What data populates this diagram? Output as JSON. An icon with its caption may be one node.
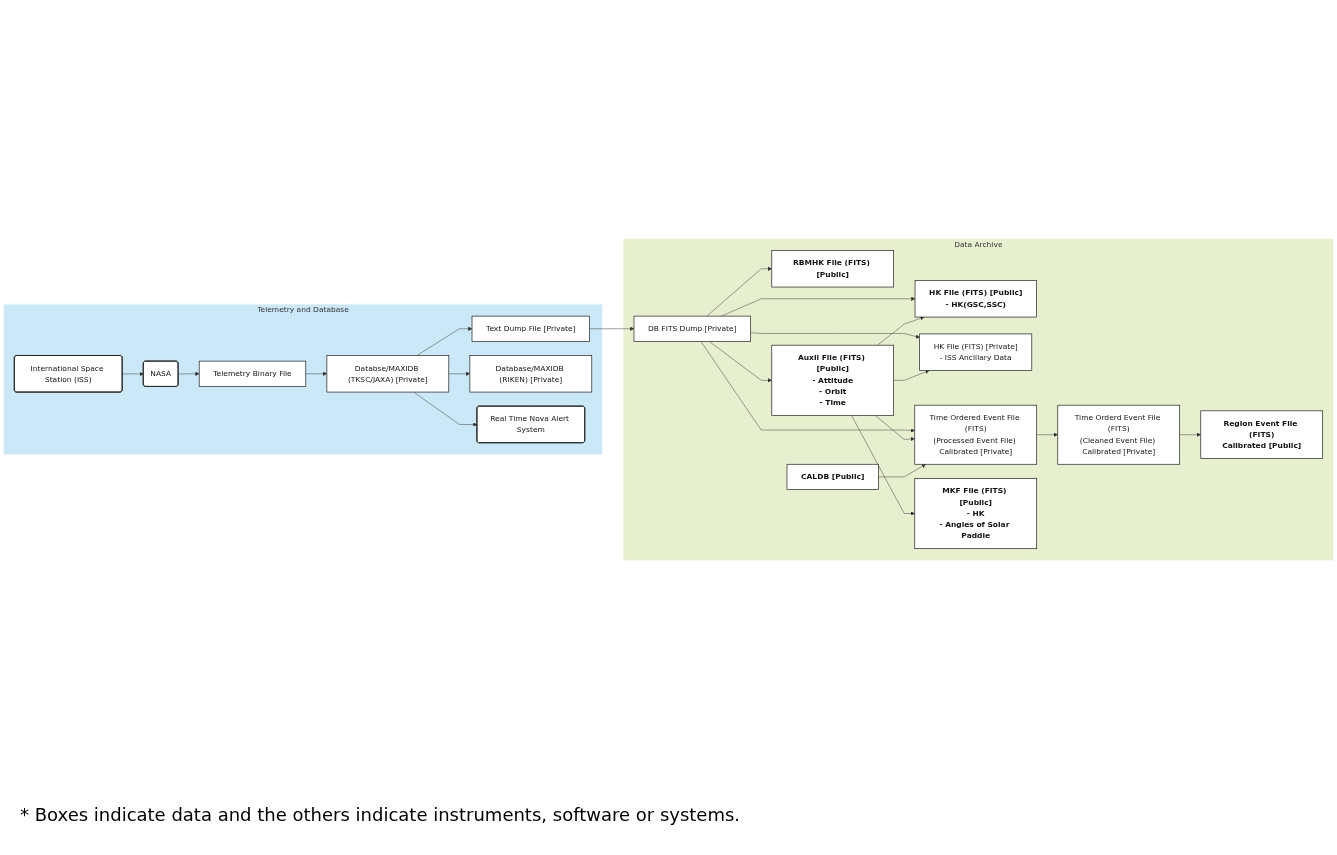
{
  "diagram": {
    "caption": "* Boxes indicate data and the others indicate instruments, software or systems.",
    "nodes": [
      {
        "text": [
          "Telemetry and Database"
        ]
      },
      {
        "text": [
          "International Space Station (ISS)"
        ],
        "in": 0
      },
      {
        "text": [
          "NASA"
        ],
        "in": 0
      },
      {
        "text": [
          "Telemetry Binary File"
        ],
        "in": 0
      },
      {
        "text": [
          "Databse/MAXIDB (TKSC/JAXA) [Private]"
        ],
        "in": 0
      },
      {
        "text": [
          "Text Dump File [Private]"
        ],
        "in": 0
      },
      {
        "text": [
          "Database/MAXIDB (RIKEN) [Private]"
        ],
        "in": 0
      },
      {
        "text": [
          "Real Time Nova Alert System"
        ],
        "in": 0
      },
      {
        "text": [
          "Data Archive"
        ]
      },
      {
        "text": [
          "DB FITS Dump [Private]"
        ],
        "in": 8
      },
      {
        "text": [
          "HK File (FITS) [Public]",
          "- HK(GSC,SSC)"
        ],
        "in": 8
      },
      {
        "text": [
          "HK File (FITS) [Private]",
          "- ISS Ancillary Data"
        ],
        "in": 8
      },
      {
        "text": [
          "RBMHK File (FITS) [Public]"
        ],
        "in": 8
      },
      {
        "text": [
          "Auxil File (FITS) [Public]",
          "- Attitude",
          "- Orbit",
          "- Time"
        ],
        "in": 8
      },
      {
        "text": [
          "Time Ordered Event File (FITS)",
          "(Processed Event File) Calibrated [Private]"
        ],
        "in": 8
      },
      {
        "text": [
          "CALDB [Public]"
        ],
        "in": 8
      },
      {
        "text": [
          "MKF File (FITS) [Public]",
          "- HK",
          "- Angles of Solar Paddle"
        ],
        "in": 8
      },
      {
        "text": [
          "Time Orderd Event File (FITS)",
          "(Cleaned Event File) Calibrated [Private]"
        ],
        "in": 8
      },
      {
        "text": [
          "Region Event File (FITS)",
          "Calibrated [Public]"
        ],
        "in": 8
      }
    ],
    "edges": [
      {
        "from": 1,
        "to": 2,
        "arrow": "to"
      },
      {
        "from": 2,
        "to": 3,
        "arrow": "to"
      },
      {
        "from": 3,
        "to": 4,
        "arrow": "to"
      },
      {
        "from": 4,
        "to": 5,
        "arrow": "to"
      },
      {
        "from": 4,
        "to": 6,
        "arrow": "to"
      },
      {
        "from": 4,
        "to": 7,
        "arrow": "to"
      },
      {
        "from": 5,
        "to": 9,
        "arrow": "to"
      },
      {
        "from": 9,
        "to": 10,
        "arrow": "to"
      },
      {
        "from": 9,
        "to": 11,
        "arrow": "to"
      },
      {
        "from": 9,
        "to": 12,
        "arrow": "to"
      },
      {
        "from": 9,
        "to": 13,
        "arrow": "to"
      },
      {
        "from": 9,
        "to": 14,
        "arrow": "to"
      },
      {
        "from": 13,
        "to": 10,
        "arrow": "to"
      },
      {
        "from": 13,
        "to": 11,
        "arrow": "to"
      },
      {
        "from": 13,
        "to": 14,
        "arrow": "to"
      },
      {
        "from": 13,
        "to": 16,
        "arrow": "to"
      },
      {
        "from": 15,
        "to": 14,
        "arrow": "to"
      },
      {
        "from": 14,
        "to": 17,
        "arrow": "to"
      },
      {
        "from": 17,
        "to": 18,
        "arrow": "to"
      }
    ]
  }
}
